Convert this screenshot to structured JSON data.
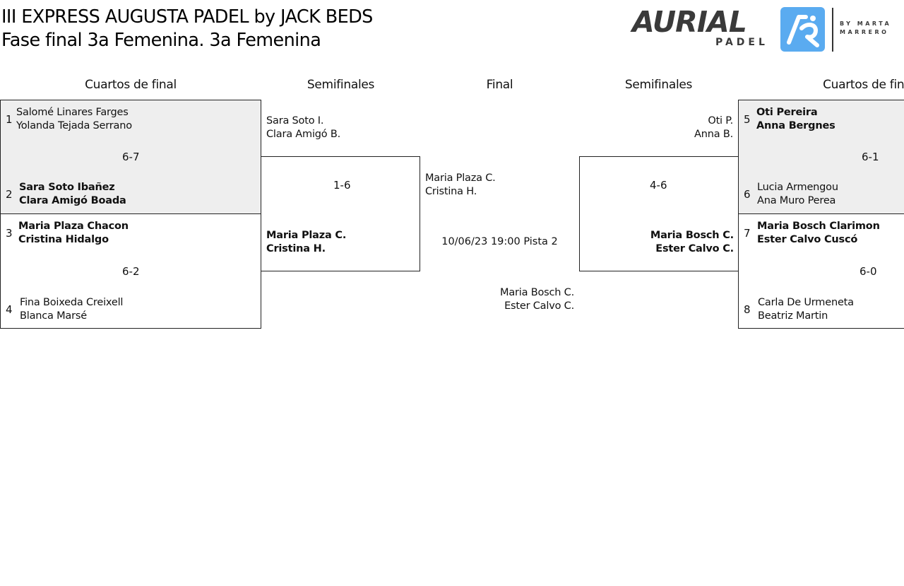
{
  "header": {
    "title_line1": "III EXPRESS AUGUSTA PADEL by JACK BEDS",
    "title_line2": "Fase final 3a Femenina. 3a Femenina"
  },
  "logo": {
    "word": "AURIAL",
    "sub": "PADEL",
    "by_line1": "BY MARTA",
    "by_line2": "MARRERO",
    "badge_color": "#5aabf0"
  },
  "rounds": {
    "qf_left": "Cuartos de final",
    "sf_left": "Semifinales",
    "final": "Final",
    "sf_right": "Semifinales",
    "qf_right": "Cuartos de final"
  },
  "qf": {
    "m1": {
      "top": {
        "seed": "1",
        "p1": "Salomé Linares Farges",
        "p2": "Yolanda Tejada Serrano"
      },
      "score": "6-7",
      "bottom": {
        "seed": "2",
        "p1": "Sara Soto Ibañez",
        "p2": "Clara Amigó Boada"
      }
    },
    "m2": {
      "top": {
        "seed": "3",
        "p1": "Maria Plaza Chacon",
        "p2": "Cristina Hidalgo"
      },
      "score": "6-2",
      "bottom": {
        "seed": "4",
        "p1": "Fina Boixeda Creixell",
        "p2": "Blanca Marsé"
      }
    },
    "m3": {
      "top": {
        "seed": "5",
        "p1": "Oti Pereira",
        "p2": "Anna Bergnes"
      },
      "score": "6-1",
      "bottom": {
        "seed": "6",
        "p1": "Lucia Armengou",
        "p2": "Ana Muro Perea"
      }
    },
    "m4": {
      "top": {
        "seed": "7",
        "p1": "Maria Bosch Clarimon",
        "p2": "Ester Calvo Cuscó"
      },
      "score": "6-0",
      "bottom": {
        "seed": "8",
        "p1": "Carla De Urmeneta",
        "p2": "Beatriz Martin"
      }
    }
  },
  "sf": {
    "left": {
      "top": {
        "p1": "Sara Soto I.",
        "p2": "Clara Amigó B."
      },
      "score": "1-6",
      "bottom": {
        "p1": "Maria Plaza C.",
        "p2": "Cristina H."
      }
    },
    "right": {
      "top": {
        "p1": "Oti P.",
        "p2": "Anna B."
      },
      "score": "4-6",
      "bottom": {
        "p1": "Maria Bosch C.",
        "p2": "Ester Calvo C."
      }
    }
  },
  "final": {
    "top": {
      "p1": "Maria Plaza C.",
      "p2": "Cristina H."
    },
    "schedule": "10/06/23 19:00 Pista 2",
    "bottom": {
      "p1": "Maria Bosch C.",
      "p2": "Ester Calvo C."
    }
  }
}
